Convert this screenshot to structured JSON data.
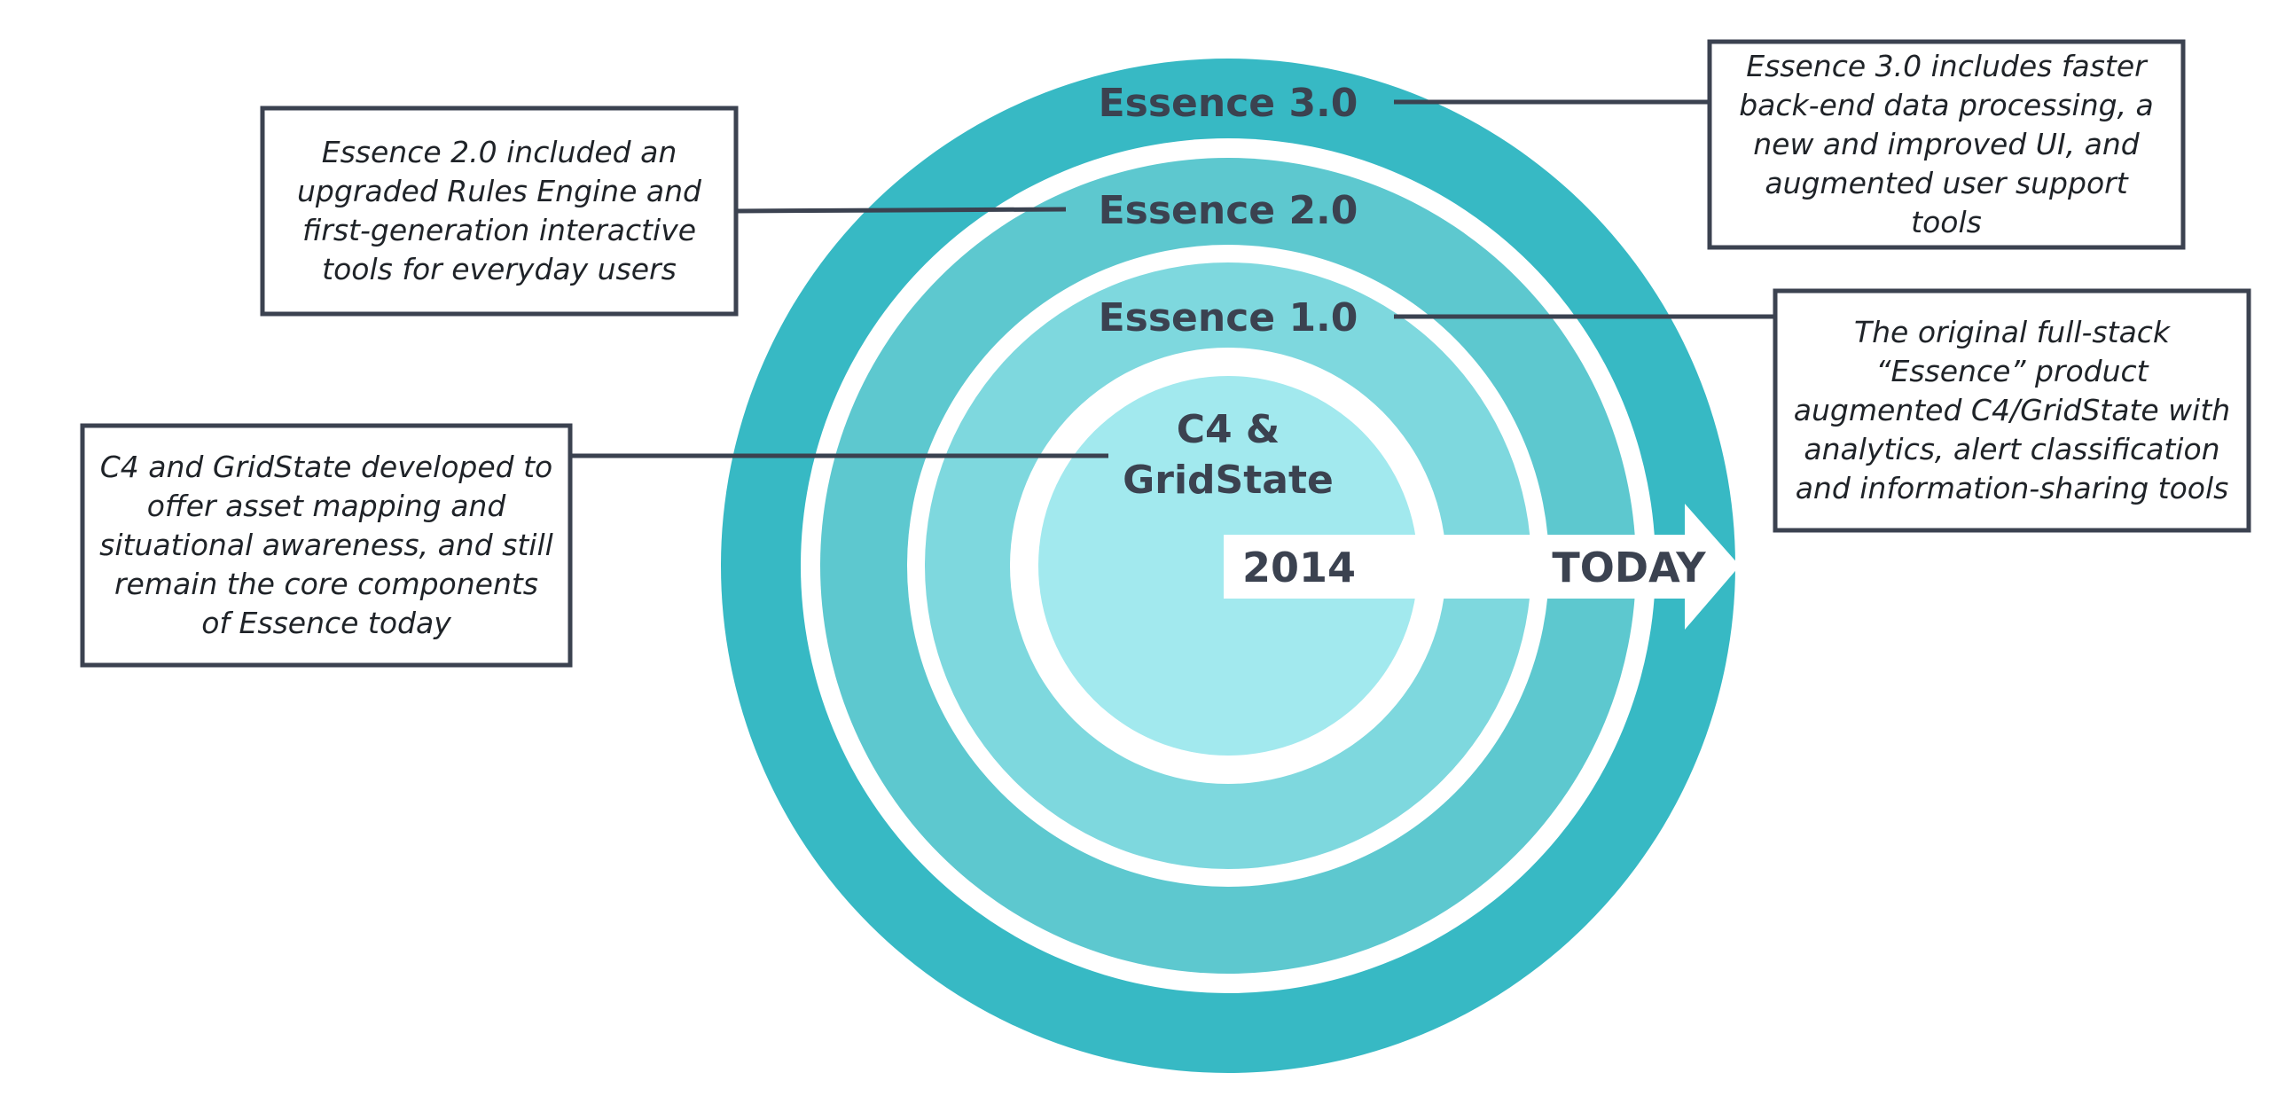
{
  "rings": [
    {
      "label": "Essence 3.0"
    },
    {
      "label": "Essence 2.0"
    },
    {
      "label": "Essence 1.0"
    },
    {
      "label_lines": [
        "C4 &",
        "GridState"
      ]
    }
  ],
  "timeline": {
    "start": "2014",
    "end": "TODAY"
  },
  "callouts": {
    "essence3": "Essence 3.0 includes faster back-end data processing, a new and improved UI, and augmented user support tools",
    "essence2": "Essence 2.0 included an upgraded Rules Engine and first-generation interactive tools for everyday users",
    "essence1": "The original full-stack “Essence” product augmented C4/GridState with analytics, alert classification and information-sharing tools",
    "c4": "C4 and GridState developed to offer asset mapping and situational awareness, and still remain the core components of Essence today"
  },
  "colors": {
    "ring_outer": "#37b9c4",
    "ring_second": "#5dc8cf",
    "ring_third": "#7ed8de",
    "core": "#a2e9ee",
    "text_dark": "#3b4250"
  }
}
